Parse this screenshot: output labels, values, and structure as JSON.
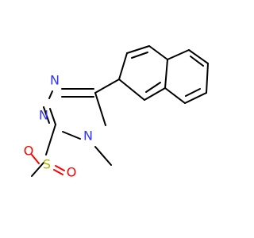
{
  "colors": {
    "carbon": "#000000",
    "nitrogen": "#3333ff",
    "oxygen": "#ff0000",
    "sulfur": "#b2b200",
    "background": "#ffffff"
  },
  "atoms": {
    "n1": "N",
    "n2": "N",
    "n4": "N",
    "s": "S",
    "o1": "O",
    "o2": "O"
  }
}
